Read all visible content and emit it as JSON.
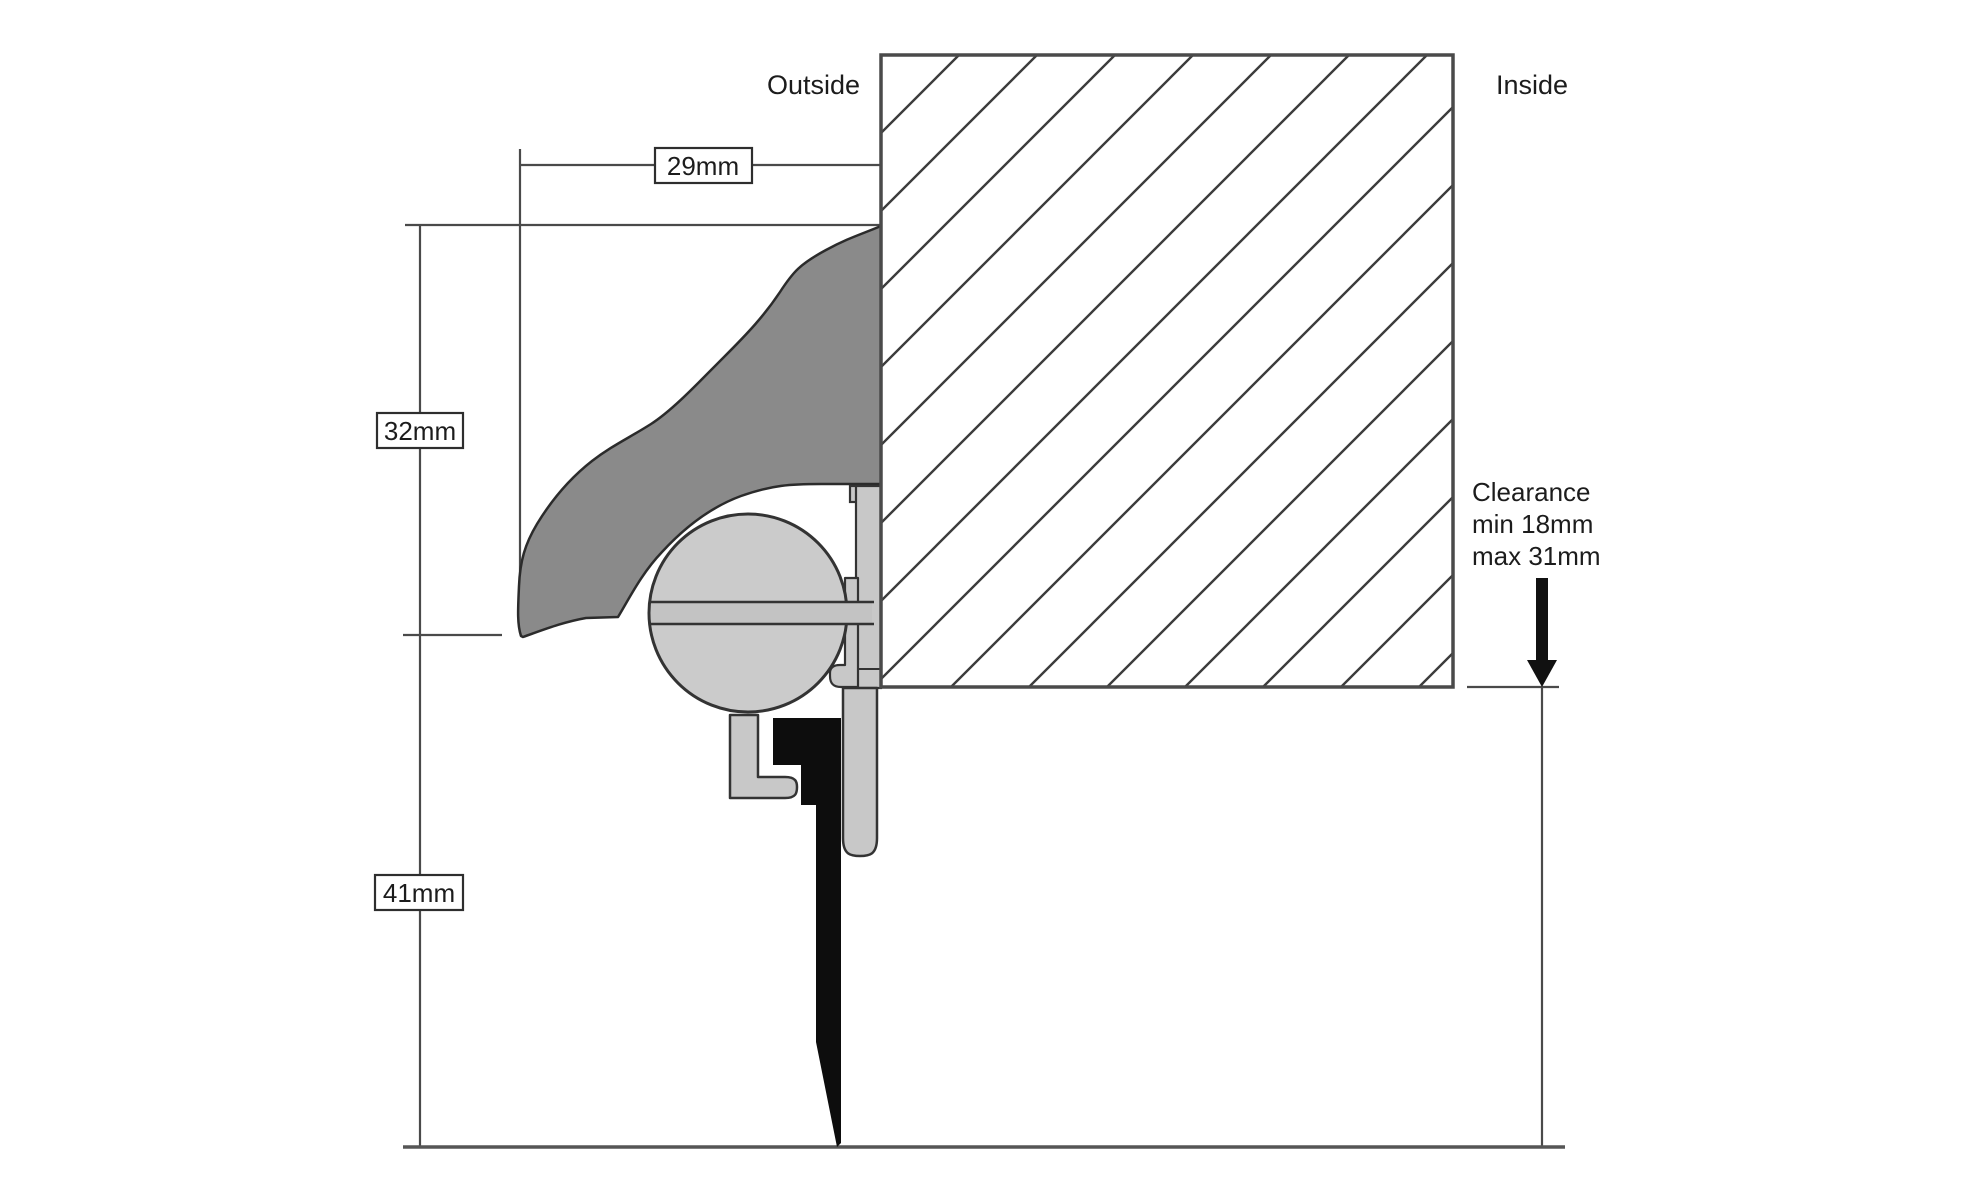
{
  "diagram": {
    "labels": {
      "outside": "Outside",
      "inside": "Inside"
    },
    "dimensions": {
      "width_29": "29mm",
      "height_32": "32mm",
      "height_41": "41mm"
    },
    "clearance": {
      "line1": "Clearance",
      "line2": "min 18mm",
      "line3": "max 31mm"
    },
    "colors": {
      "background": "#ffffff",
      "deflector": "#8a8a8a",
      "hardware_light": "#c8c8c8",
      "screw_head": "#cbcbcb",
      "slot_band": "#c3c3c3",
      "seal_black": "#0d0d0d",
      "outline": "#333333",
      "door_border": "#4a4a4a",
      "hatch": "#3c3c3c",
      "dim_line": "#4a4a4a",
      "floor": "#565656",
      "arrow": "#111111"
    }
  }
}
